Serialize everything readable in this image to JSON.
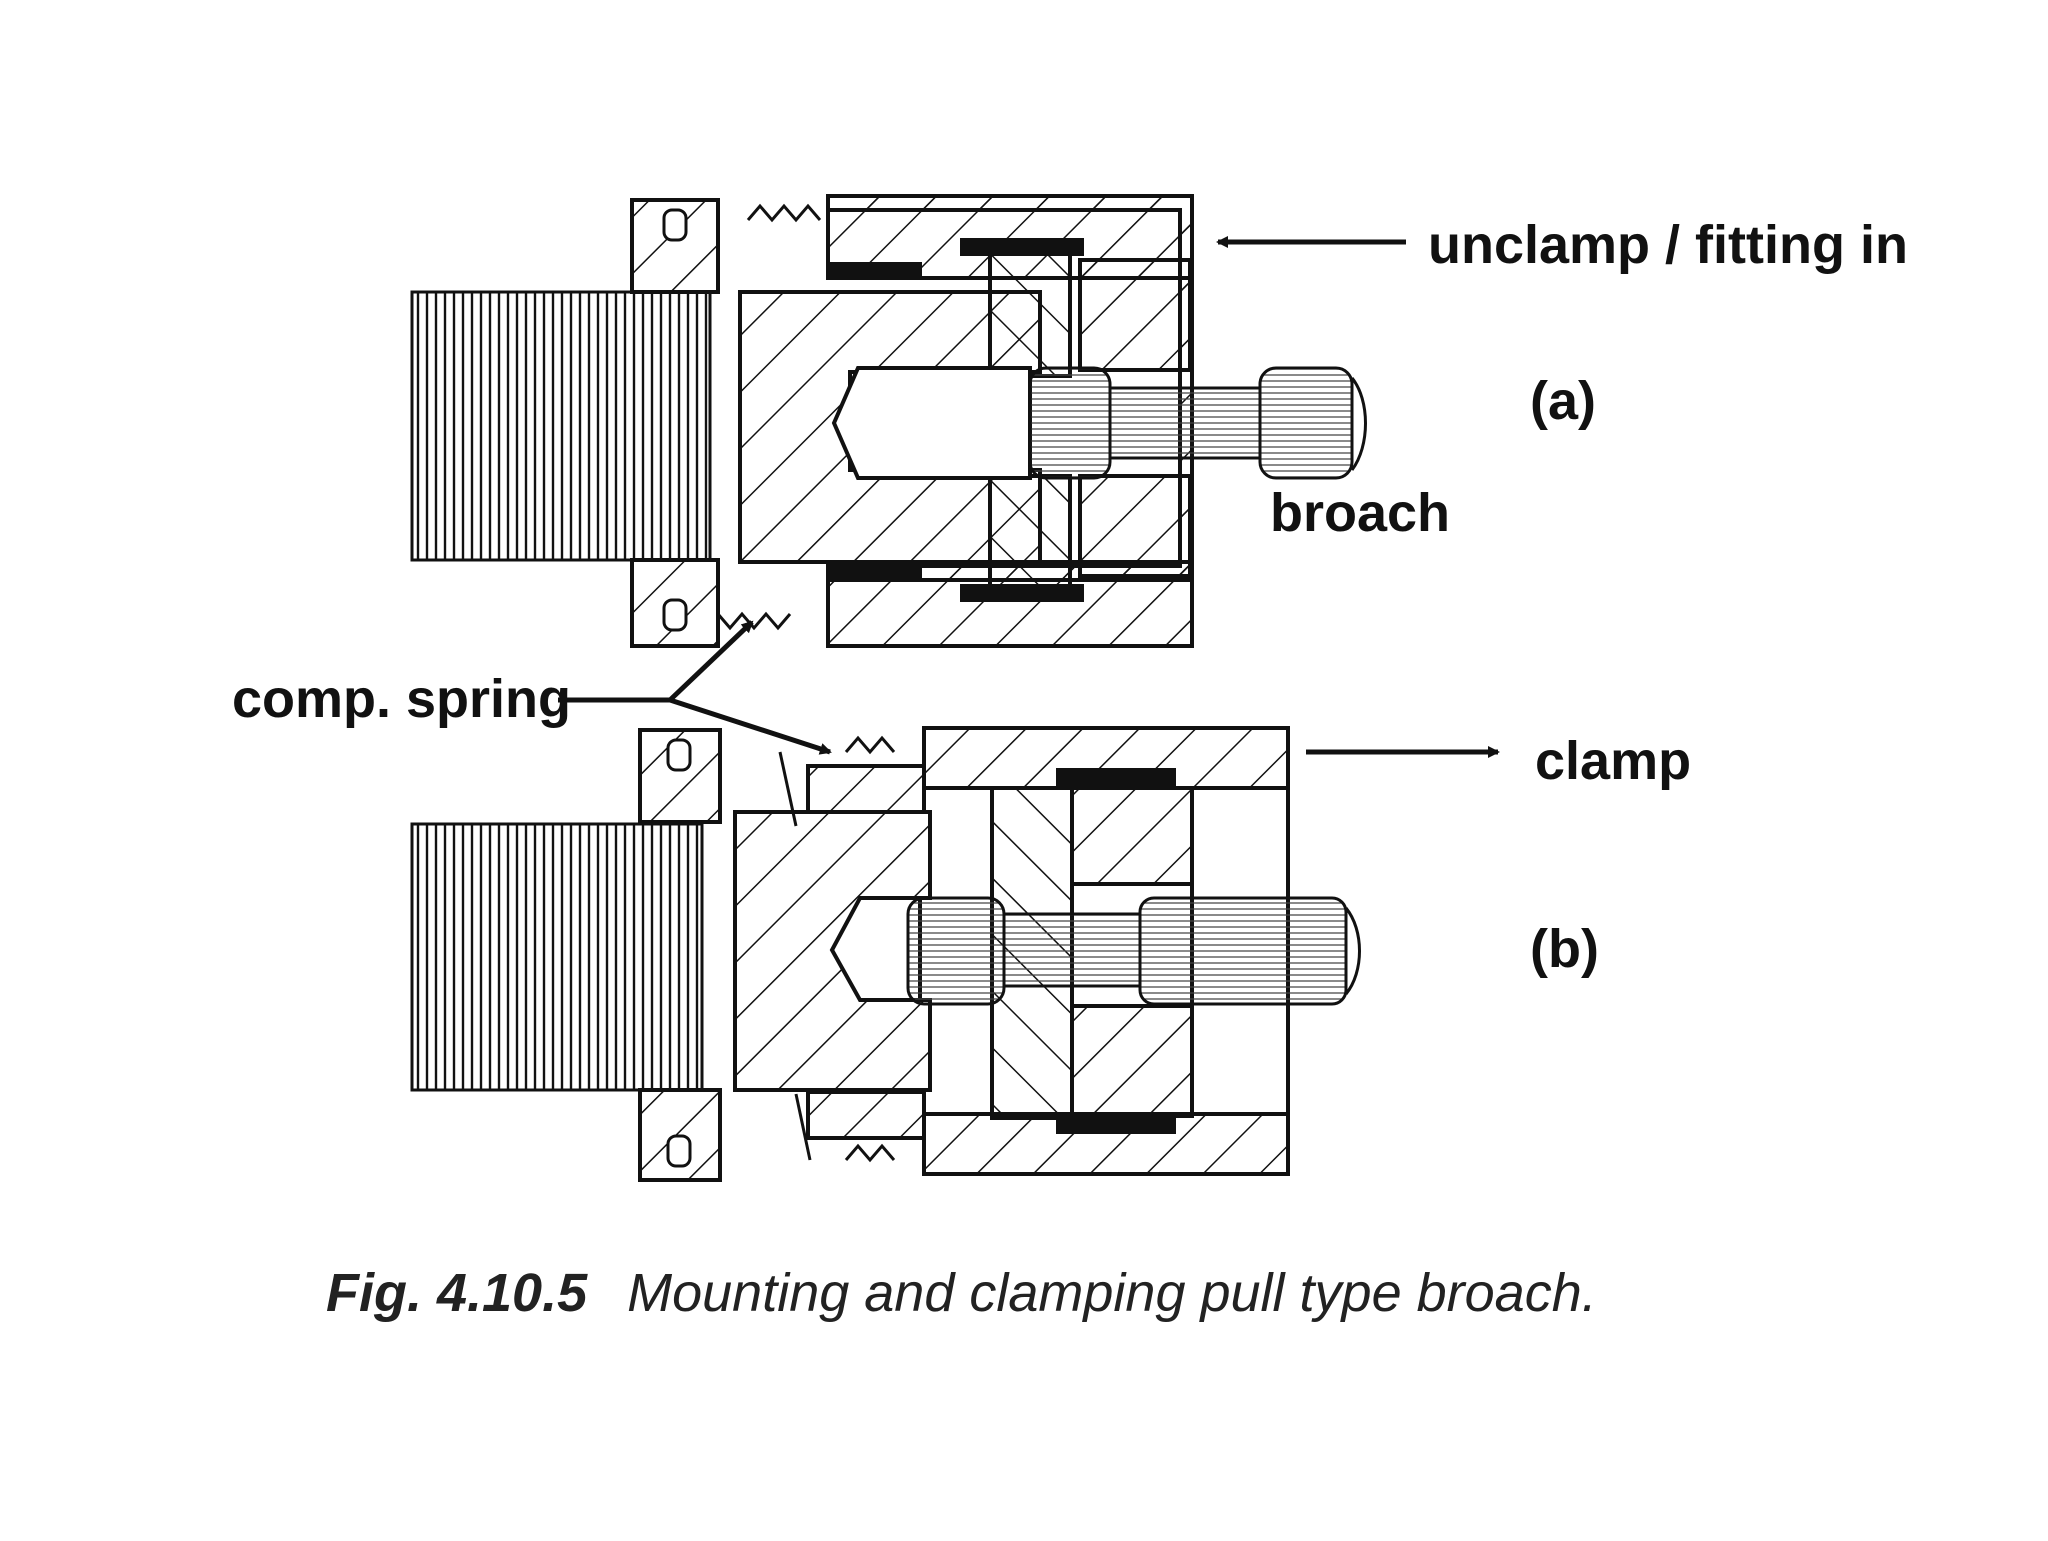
{
  "labels": {
    "unclamp": "unclamp / fitting in",
    "view_a": "(a)",
    "broach": "broach",
    "comp_spring": "comp. spring",
    "clamp": "clamp",
    "view_b": "(b)"
  },
  "caption": {
    "number": "Fig. 4.10.5",
    "text": "Mounting and clamping pull type broach."
  },
  "colors": {
    "line": "#111111",
    "background": "#ffffff"
  }
}
